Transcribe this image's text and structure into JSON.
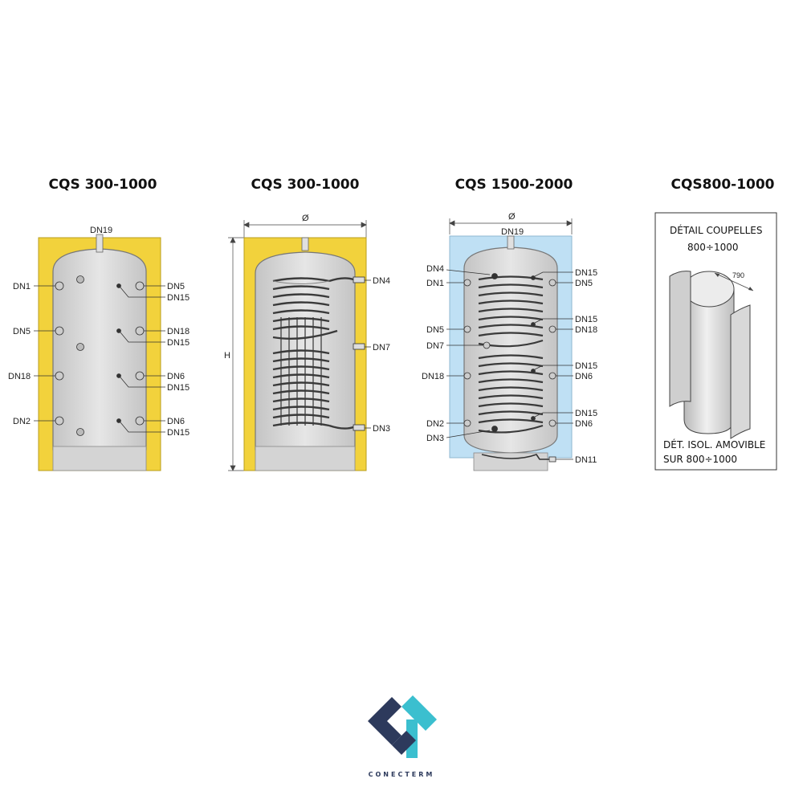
{
  "titles": {
    "t1": "CQS 300-1000",
    "t2": "CQS 300-1000",
    "t3": "CQS 1500-2000",
    "t4": "CQS800-1000"
  },
  "tank1": {
    "top": "DN19",
    "left": [
      "DN1",
      "DN5",
      "DN18",
      "DN2"
    ],
    "right": [
      [
        "DN5",
        "DN15"
      ],
      [
        "DN18",
        "DN15"
      ],
      [
        "DN6",
        "DN15"
      ],
      [
        "DN6",
        "DN15"
      ]
    ]
  },
  "tank2": {
    "diameter": "Ø",
    "height": "H",
    "right": [
      "DN4",
      "DN7",
      "DN3"
    ]
  },
  "tank3": {
    "diameter": "Ø",
    "top": "DN19",
    "left": [
      "DN4",
      "DN1",
      "DN5",
      "DN7",
      "DN18",
      "DN2",
      "DN3"
    ],
    "right": [
      "DN15",
      "DN5",
      "DN15",
      "DN18",
      "DN15",
      "DN6",
      "DN15",
      "DN6",
      "DN11"
    ]
  },
  "detail": {
    "line1": "DÉTAIL COUPELLES",
    "line2": "800÷1000",
    "dim": "790",
    "line3": "DÉT. ISOL. AMOVIBLE",
    "line4": "SUR 800÷1000"
  },
  "brand": "CONECTERM",
  "colors": {
    "yellow": "#f2d23c",
    "blue": "#bfe0f4",
    "tank": "#d6d6d6",
    "logo_navy": "#2d3a5c",
    "logo_teal": "#3bbfcf"
  }
}
